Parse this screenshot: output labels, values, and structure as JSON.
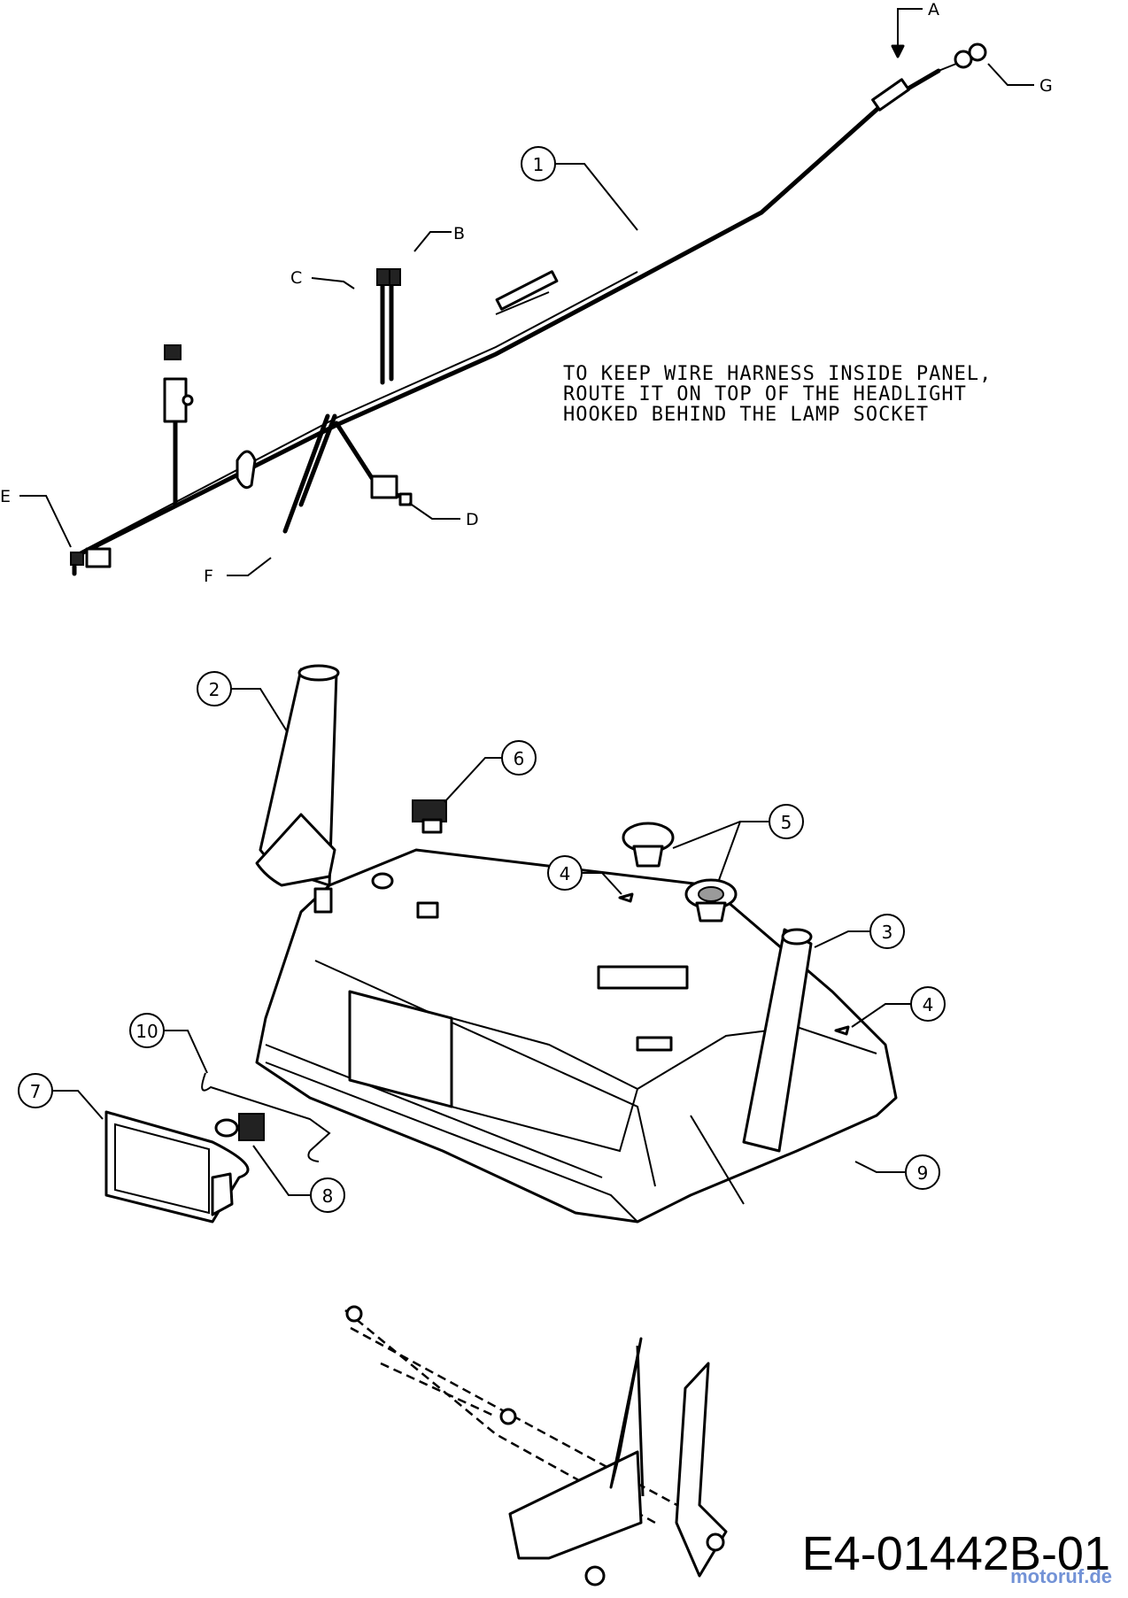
{
  "note": {
    "line1": "TO KEEP WIRE HARNESS INSIDE PANEL,",
    "line2": "ROUTE IT ON TOP OF THE HEADLIGHT",
    "line3": "HOOKED BEHIND THE LAMP SOCKET"
  },
  "drawing_id": "E4-01442B-01",
  "watermark": "motoruf.de",
  "letters": {
    "a": "A",
    "b": "B",
    "c": "C",
    "d": "D",
    "e": "E",
    "f": "F",
    "g": "G"
  },
  "numbers": {
    "n1": "1",
    "n2": "2",
    "n3": "3",
    "n4a": "4",
    "n4b": "4",
    "n5": "5",
    "n6": "6",
    "n7": "7",
    "n8": "8",
    "n9": "9",
    "n10": "10"
  }
}
